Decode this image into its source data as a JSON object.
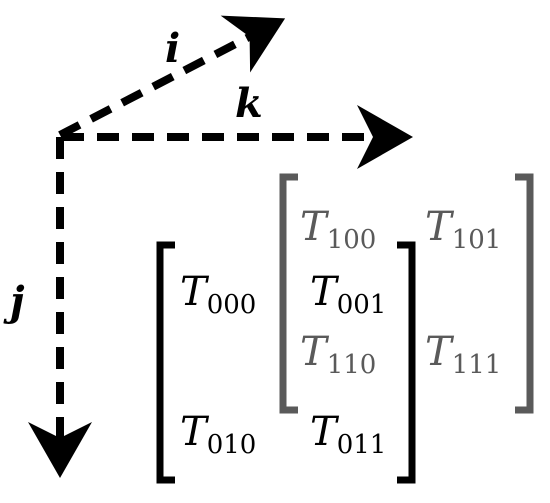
{
  "axes": {
    "i_label": "i",
    "j_label": "j",
    "k_label": "k"
  },
  "front_layer": {
    "entries": [
      {
        "base": "T",
        "sub": "000"
      },
      {
        "base": "T",
        "sub": "001"
      },
      {
        "base": "T",
        "sub": "010"
      },
      {
        "base": "T",
        "sub": "011"
      }
    ]
  },
  "back_layer": {
    "entries": [
      {
        "base": "T",
        "sub": "100"
      },
      {
        "base": "T",
        "sub": "101"
      },
      {
        "base": "T",
        "sub": "110"
      },
      {
        "base": "T",
        "sub": "111"
      }
    ]
  },
  "colors": {
    "front": "#000000",
    "back": "#5a5a5a",
    "axes": "#000000"
  }
}
